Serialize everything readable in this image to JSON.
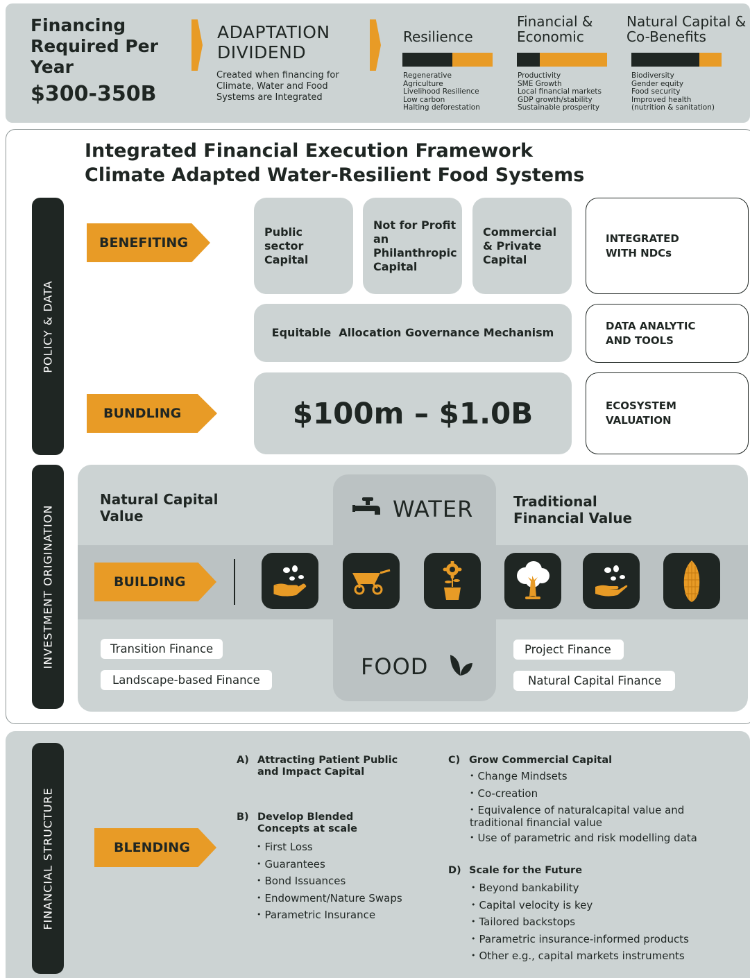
{
  "banner": {
    "financing_label": "Financing Required Per Year",
    "financing_amount": "$300-350B",
    "adaptation_title": "ADAPTATION DIVIDEND",
    "adaptation_desc": "Created when financing for Climate, Water and Food Systems are Integrated",
    "columns": [
      {
        "title": "Resilience",
        "items": [
          "Regenerative Agriculture",
          "Livelihood Resilience",
          "Low carbon",
          "Halting deforestation"
        ],
        "bar_dark_fraction": 0.55
      },
      {
        "title": "Financial & Economic",
        "items": [
          "Productivity",
          "SME Growth",
          "Local financial markets",
          "GDP growth/stability",
          "Sustainable prosperity"
        ],
        "bar_dark_fraction": 0.25
      },
      {
        "title": "Natural Capital & Co-Benefits",
        "items": [
          "Biodiversity",
          "Gender equity",
          "Food security",
          "Improved health",
          "(nutrition & sanitation)"
        ],
        "bar_dark_fraction": 0.75
      }
    ]
  },
  "framework": {
    "title_line1": "Integrated Financial Execution Framework",
    "title_line2": "Climate Adapted Water-Resilient Food Systems",
    "policy_tab": "POLICY & DATA",
    "investment_tab": "INVESTMENT ORIGINATION",
    "benefiting_label": "BENEFITING",
    "bundling_label": "BUNDLING",
    "capital_boxes": [
      "Public sector Capital",
      "Not for Profit an Philanthropic Capital",
      "Commercial & Private Capital"
    ],
    "governance": "Equitable  Allocation Governance Mechanism",
    "bundle_amount": "$100m – $1.0B",
    "outcome_boxes": [
      "INTEGRATED WITH NDCs",
      "DATA ANALYTIC AND TOOLS",
      "ECOSYSTEM VALUATION"
    ],
    "natural_capital_value": "Natural Capital Value",
    "traditional_value": "Traditional Financial Value",
    "water": "WATER",
    "food": "FOOD",
    "building_label": "BUILDING",
    "icons": [
      "hand-seedling-icon",
      "wheelbarrow-icon",
      "potted-sunflower-icon",
      "tree-icon",
      "hand-seedling-icon",
      "corn-icon"
    ],
    "left_pills": [
      "Transition Finance",
      "Landscape-based Finance"
    ],
    "right_pills": [
      "Project Finance",
      "Natural Capital Finance"
    ]
  },
  "financial_structure": {
    "tab": "FINANCIAL STRUCTURE",
    "blending_label": "BLENDING",
    "a": {
      "letter": "A)",
      "title": "Attracting Patient Public and Impact Capital"
    },
    "b": {
      "letter": "B)",
      "title": "Develop Blended Concepts at scale",
      "items": [
        "First Loss",
        "Guarantees",
        "Bond Issuances",
        "Endowment/Nature Swaps",
        "Parametric Insurance"
      ]
    },
    "c": {
      "letter": "C)",
      "title": "Grow Commercial Capital",
      "items": [
        "Change Mindsets",
        "Co-creation",
        "Equivalence of naturalcapital value and traditional financial value",
        "Use of parametric and risk modelling data"
      ]
    },
    "d": {
      "letter": "D)",
      "title": "Scale for the Future",
      "items": [
        "Beyond bankability",
        "Capital velocity is key",
        "Tailored backstops",
        "Parametric insurance-informed products",
        "Other e.g., capital markets instruments"
      ]
    }
  },
  "colors": {
    "accent": "#e89b26",
    "dark": "#1f2623",
    "panel": "#ccd3d3",
    "band": "#bbc2c3"
  }
}
